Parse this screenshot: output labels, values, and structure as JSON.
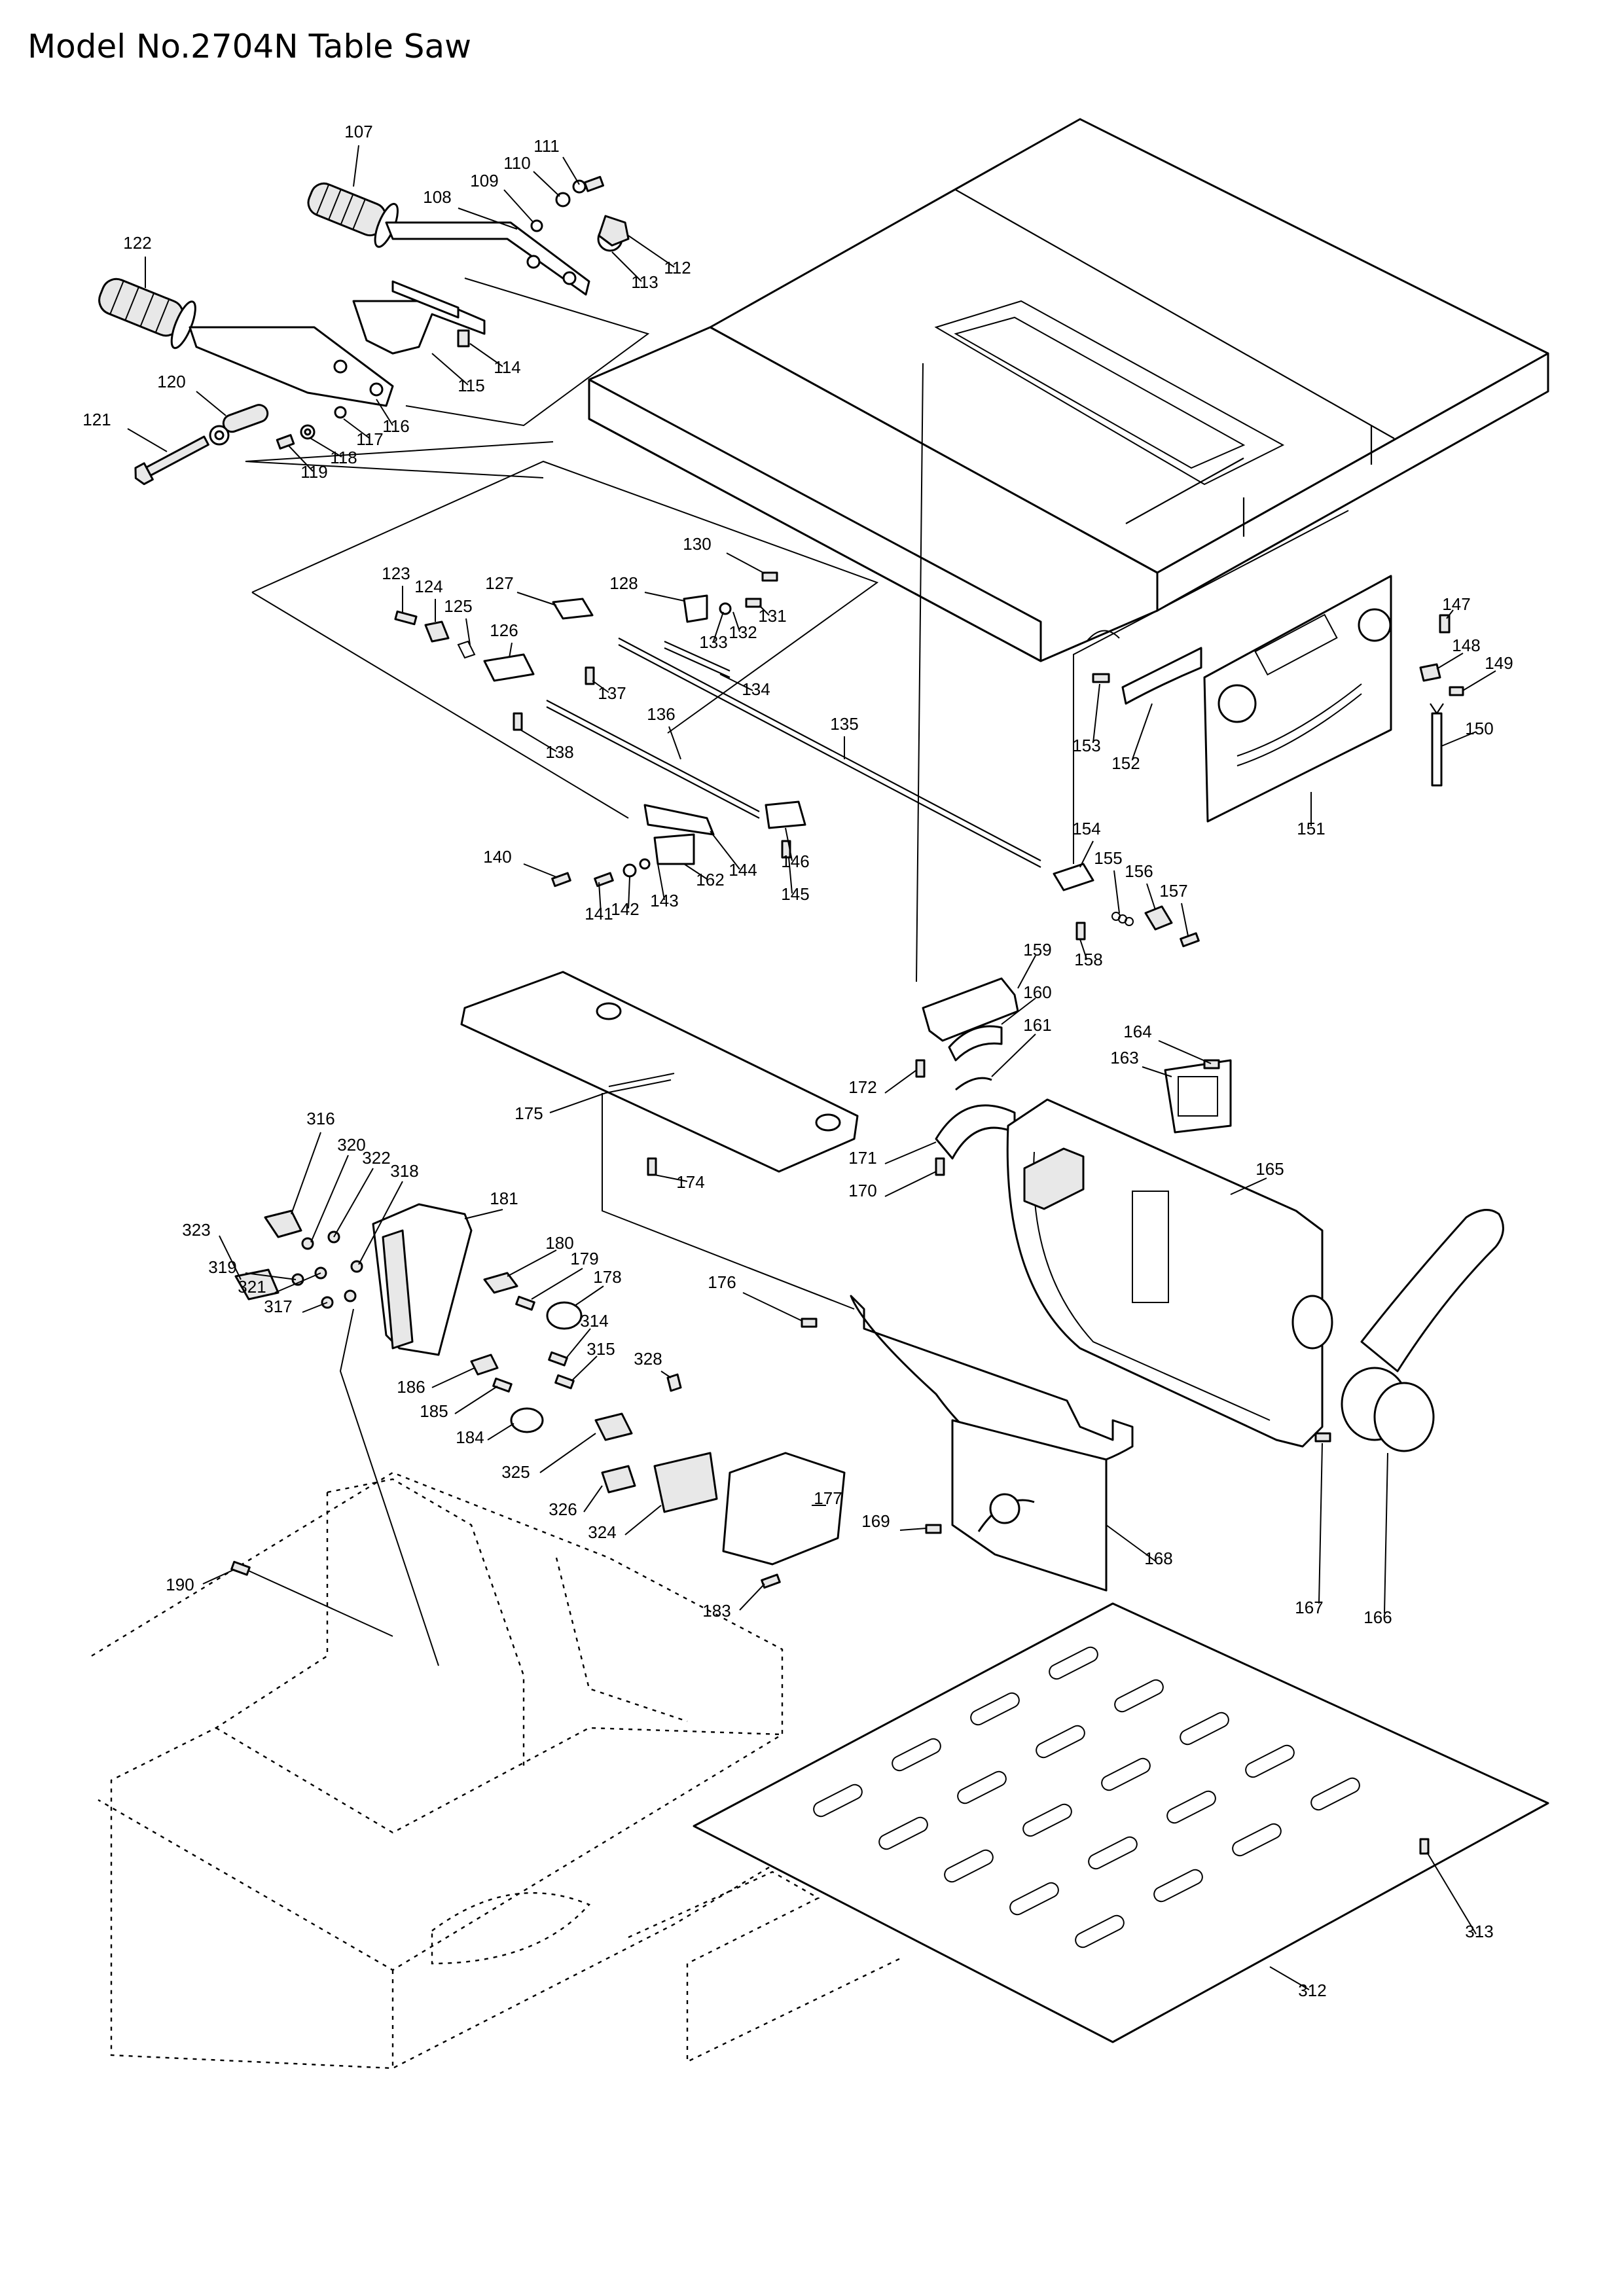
{
  "title": "Model No.2704N Table Saw",
  "callouts": [
    {
      "id": "107",
      "label": "107"
    },
    {
      "id": "108",
      "label": "108"
    },
    {
      "id": "109",
      "label": "109"
    },
    {
      "id": "110",
      "label": "110"
    },
    {
      "id": "111",
      "label": "111"
    },
    {
      "id": "112",
      "label": "112"
    },
    {
      "id": "113",
      "label": "113"
    },
    {
      "id": "114",
      "label": "114"
    },
    {
      "id": "115",
      "label": "115"
    },
    {
      "id": "116",
      "label": "116"
    },
    {
      "id": "117",
      "label": "117"
    },
    {
      "id": "118",
      "label": "118"
    },
    {
      "id": "119",
      "label": "119"
    },
    {
      "id": "120",
      "label": "120"
    },
    {
      "id": "121",
      "label": "121"
    },
    {
      "id": "122",
      "label": "122"
    },
    {
      "id": "123",
      "label": "123"
    },
    {
      "id": "124",
      "label": "124"
    },
    {
      "id": "125",
      "label": "125"
    },
    {
      "id": "126",
      "label": "126"
    },
    {
      "id": "127",
      "label": "127"
    },
    {
      "id": "128",
      "label": "128"
    },
    {
      "id": "130",
      "label": "130"
    },
    {
      "id": "131",
      "label": "131"
    },
    {
      "id": "132",
      "label": "132"
    },
    {
      "id": "133",
      "label": "133"
    },
    {
      "id": "134",
      "label": "134"
    },
    {
      "id": "135",
      "label": "135"
    },
    {
      "id": "136",
      "label": "136"
    },
    {
      "id": "137",
      "label": "137"
    },
    {
      "id": "138",
      "label": "138"
    },
    {
      "id": "140",
      "label": "140"
    },
    {
      "id": "141",
      "label": "141"
    },
    {
      "id": "142",
      "label": "142"
    },
    {
      "id": "143",
      "label": "143"
    },
    {
      "id": "144",
      "label": "144"
    },
    {
      "id": "145",
      "label": "145"
    },
    {
      "id": "146",
      "label": "146"
    },
    {
      "id": "147",
      "label": "147"
    },
    {
      "id": "148",
      "label": "148"
    },
    {
      "id": "149",
      "label": "149"
    },
    {
      "id": "150",
      "label": "150"
    },
    {
      "id": "151",
      "label": "151"
    },
    {
      "id": "152",
      "label": "152"
    },
    {
      "id": "153",
      "label": "153"
    },
    {
      "id": "154",
      "label": "154"
    },
    {
      "id": "155",
      "label": "155"
    },
    {
      "id": "156",
      "label": "156"
    },
    {
      "id": "157",
      "label": "157"
    },
    {
      "id": "158",
      "label": "158"
    },
    {
      "id": "159",
      "label": "159"
    },
    {
      "id": "160",
      "label": "160"
    },
    {
      "id": "161",
      "label": "161"
    },
    {
      "id": "163",
      "label": "163"
    },
    {
      "id": "162",
      "label": "162"
    },
    {
      "id": "164",
      "label": "164"
    },
    {
      "id": "165",
      "label": "165"
    },
    {
      "id": "166",
      "label": "166"
    },
    {
      "id": "167",
      "label": "167"
    },
    {
      "id": "168",
      "label": "168"
    },
    {
      "id": "169",
      "label": "169"
    },
    {
      "id": "170",
      "label": "170"
    },
    {
      "id": "171",
      "label": "171"
    },
    {
      "id": "172",
      "label": "172"
    },
    {
      "id": "174",
      "label": "174"
    },
    {
      "id": "175",
      "label": "175"
    },
    {
      "id": "176",
      "label": "176"
    },
    {
      "id": "177",
      "label": "177"
    },
    {
      "id": "178",
      "label": "178"
    },
    {
      "id": "179",
      "label": "179"
    },
    {
      "id": "180",
      "label": "180"
    },
    {
      "id": "181",
      "label": "181"
    },
    {
      "id": "183",
      "label": "183"
    },
    {
      "id": "184",
      "label": "184"
    },
    {
      "id": "185",
      "label": "185"
    },
    {
      "id": "186",
      "label": "186"
    },
    {
      "id": "190",
      "label": "190"
    },
    {
      "id": "312",
      "label": "312"
    },
    {
      "id": "313",
      "label": "313"
    },
    {
      "id": "314",
      "label": "314"
    },
    {
      "id": "315",
      "label": "315"
    },
    {
      "id": "316",
      "label": "316"
    },
    {
      "id": "317",
      "label": "317"
    },
    {
      "id": "318",
      "label": "318"
    },
    {
      "id": "319",
      "label": "319"
    },
    {
      "id": "320",
      "label": "320"
    },
    {
      "id": "321",
      "label": "321"
    },
    {
      "id": "322",
      "label": "322"
    },
    {
      "id": "323",
      "label": "323"
    },
    {
      "id": "324",
      "label": "324"
    },
    {
      "id": "325",
      "label": "325"
    },
    {
      "id": "326",
      "label": "326"
    },
    {
      "id": "328",
      "label": "328"
    }
  ]
}
